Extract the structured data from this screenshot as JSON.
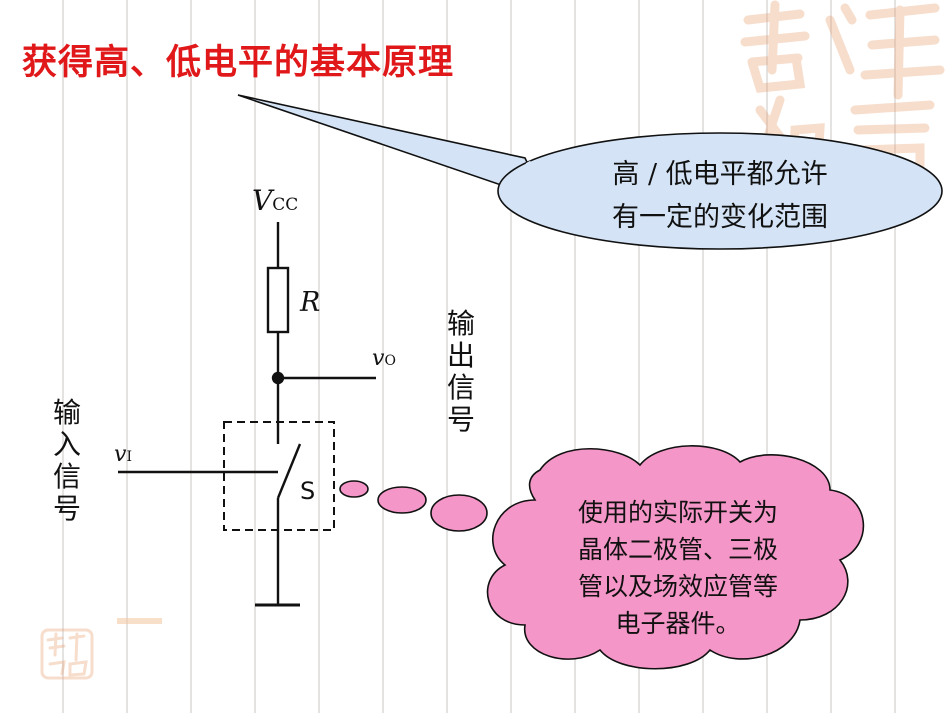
{
  "slide": {
    "title": "获得高、低电平的基本原理",
    "callout_top": [
      "高 / 低电平都允许",
      "有一定的变化范围"
    ],
    "callout_bottom": [
      "使用的实际开关为",
      "晶体二极管、三极",
      "管以及场效应管等",
      "电子器件。"
    ],
    "output_label": [
      "输",
      "出",
      "信",
      "号"
    ],
    "input_label": [
      "输",
      "入",
      "信",
      "号"
    ]
  },
  "circuit": {
    "vcc_main": "V",
    "vcc_sub": "CC",
    "resistor": "R",
    "vo_main": "v",
    "vo_sub": "O",
    "vi_main": "v",
    "vi_sub": "I",
    "switch": "S"
  },
  "colors": {
    "title": "#e0181a",
    "callout_top_fill": "#d4e4f6",
    "callout_bottom_fill": "#f596c8",
    "grid": "#e3dfdf"
  },
  "decor": {
    "watermark_large": "吉祥如意",
    "watermark_small": "吉祥如意"
  }
}
